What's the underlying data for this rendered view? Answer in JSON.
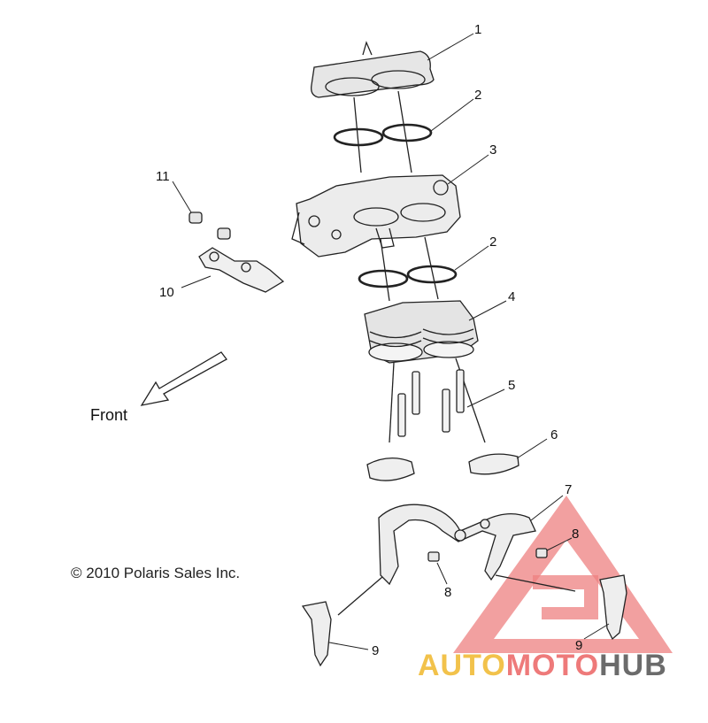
{
  "callouts": {
    "c1": "1",
    "c2a": "2",
    "c2b": "2",
    "c3": "3",
    "c4": "4",
    "c5": "5",
    "c6": "6",
    "c7": "7",
    "c8a": "8",
    "c8b": "8",
    "c9a": "9",
    "c9b": "9",
    "c10": "10",
    "c11": "11"
  },
  "front_label": "Front",
  "copyright": "© 2010 Polaris Sales Inc.",
  "watermark": {
    "part1": "AUTO",
    "part2": "MOTO",
    "part3": "HUB",
    "colors": {
      "auto": "#f2c24b",
      "moto": "#ee7a7a",
      "hub": "#6b6b6b",
      "logo": "#ee8080"
    }
  }
}
